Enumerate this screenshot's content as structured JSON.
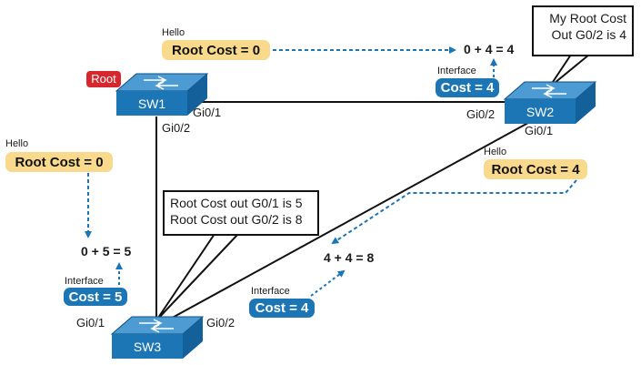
{
  "switches": {
    "sw1": {
      "name": "SW1",
      "root_badge": "Root",
      "port_a": "Gi0/1",
      "port_b": "Gi0/2"
    },
    "sw2": {
      "name": "SW2",
      "port_a": "Gi0/2",
      "port_b": "Gi0/1"
    },
    "sw3": {
      "name": "SW3",
      "port_a": "Gi0/1",
      "port_b": "Gi0/2"
    }
  },
  "hellos": {
    "top": {
      "caption": "Hello",
      "value": "Root Cost = 0"
    },
    "left": {
      "caption": "Hello",
      "value": "Root Cost = 0"
    },
    "right": {
      "caption": "Hello",
      "value": "Root Cost = 4"
    }
  },
  "interfaces": {
    "sw2": {
      "caption": "Interface",
      "value": "Cost = 4"
    },
    "sw3_left": {
      "caption": "Interface",
      "value": "Cost = 5"
    },
    "sw3_right": {
      "caption": "Interface",
      "value": "Cost = 4"
    }
  },
  "sums": {
    "sw2": "0 + 4 = 4",
    "sw3_left": "0 + 5 = 5",
    "sw3_right": "4 + 4 = 8"
  },
  "callouts": {
    "sw2": {
      "line1": "My Root Cost",
      "line2": "Out G0/2 is 4"
    },
    "sw3": {
      "line1": "Root Cost out G0/1 is 5",
      "line2": "Root Cost out G0/2 is 8"
    }
  },
  "colors": {
    "switch_blue": "#1c76b5",
    "hello_yellow": "#f9d98c",
    "root_red": "#d8262e",
    "arrow_blue": "#1c76b5"
  }
}
